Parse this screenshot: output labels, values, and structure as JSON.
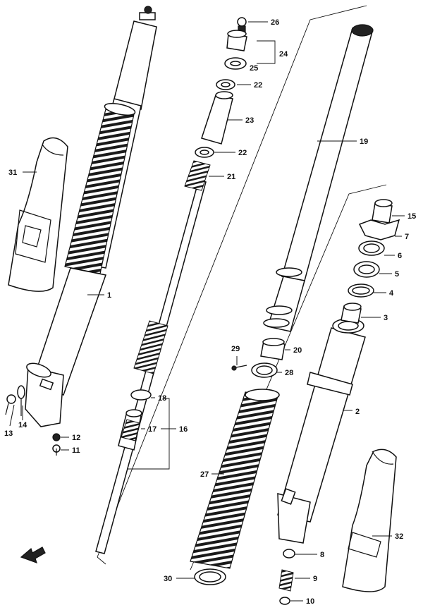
{
  "callouts": [
    "1",
    "2",
    "3",
    "4",
    "5",
    "6",
    "7",
    "8",
    "9",
    "10",
    "11",
    "12",
    "13",
    "14",
    "15",
    "16",
    "17",
    "18",
    "19",
    "20",
    "21",
    "22",
    "22",
    "23",
    "24",
    "25",
    "26",
    "27",
    "28",
    "29",
    "30",
    "31",
    "32"
  ]
}
